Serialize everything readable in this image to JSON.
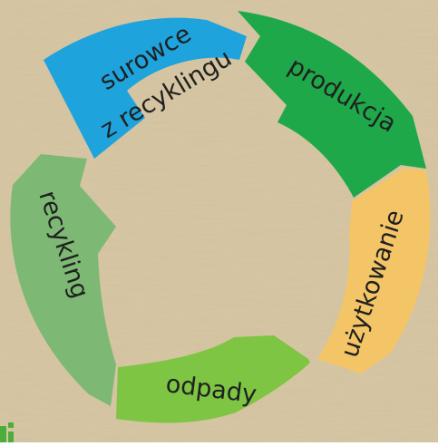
{
  "diagram": {
    "segments": [
      {
        "id": "surowce",
        "lines": [
          "surowce",
          "z recyklingu"
        ],
        "color": "#1ea3dd",
        "text_color": "#202020"
      },
      {
        "id": "produkcja",
        "lines": [
          "produkcja"
        ],
        "color": "#1ea84a",
        "text_color": "#202020"
      },
      {
        "id": "uzytkowanie",
        "lines": [
          "użytkowanie"
        ],
        "color": "#f4c566",
        "text_color": "#202020"
      },
      {
        "id": "odpady",
        "lines": [
          "odpady"
        ],
        "color": "#7dc542",
        "text_color": "#202020"
      },
      {
        "id": "recykling",
        "lines": [
          "recykling"
        ],
        "color": "#7db974",
        "text_color": "#202020"
      }
    ],
    "background_color": "#d9c9a6",
    "corner_mark_color": "#4cae3a"
  }
}
